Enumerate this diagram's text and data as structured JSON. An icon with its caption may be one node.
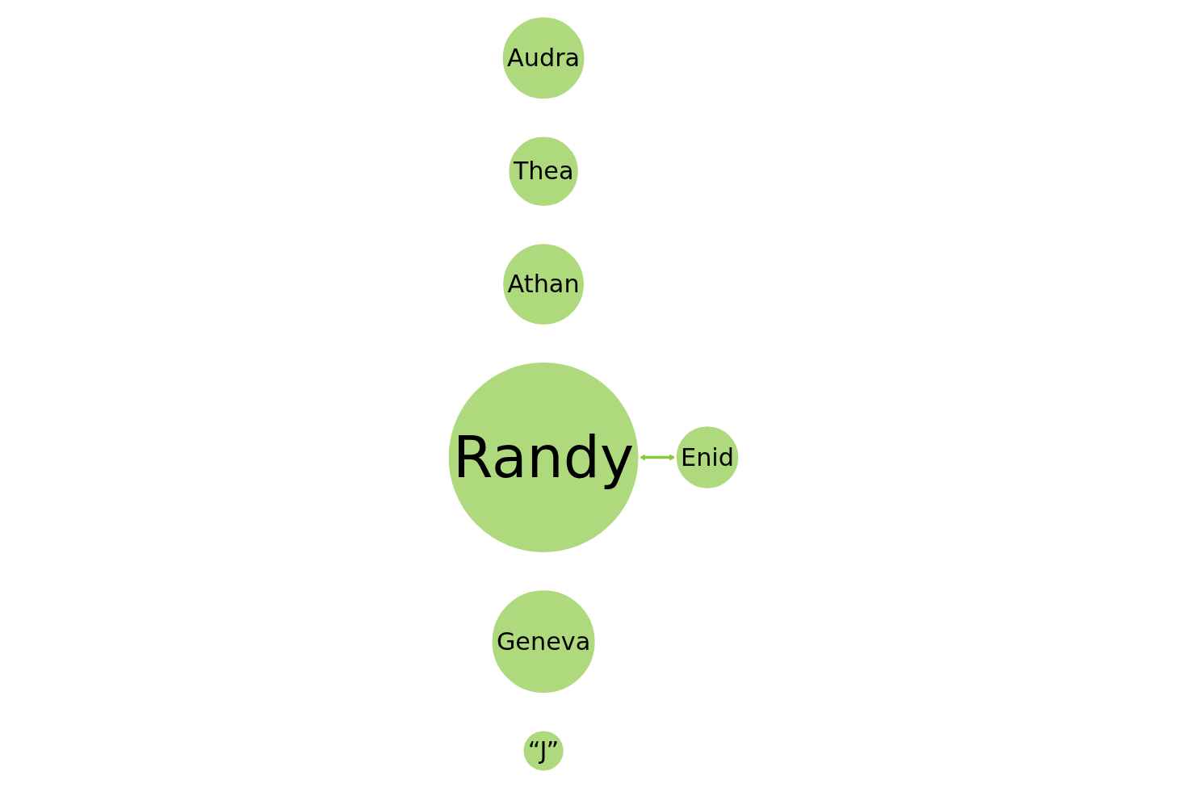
{
  "diagram": {
    "nodes": [
      {
        "text": [
          "Audra"
        ]
      },
      {
        "text": [
          "Thea"
        ]
      },
      {
        "text": [
          "Athan"
        ]
      },
      {
        "text": [
          "Enid"
        ]
      },
      {
        "text": [
          "Randy"
        ]
      },
      {
        "text": [
          "Geneva"
        ]
      },
      {
        "text": [
          "“J”"
        ]
      }
    ],
    "edges": [
      {
        "from": 4,
        "to": 3,
        "arrow": "both"
      }
    ]
  }
}
